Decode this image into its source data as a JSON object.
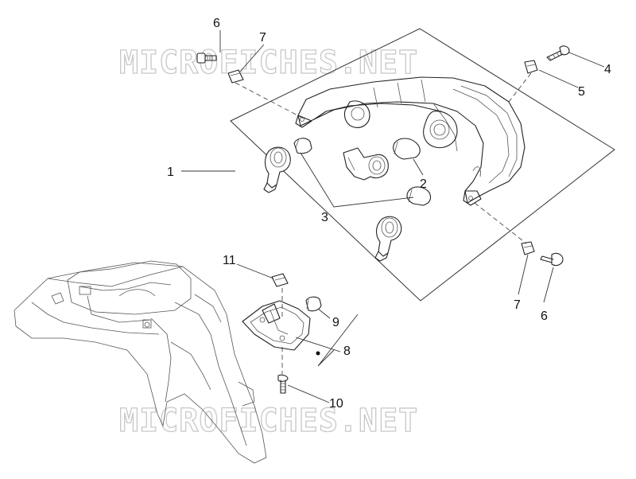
{
  "watermark": {
    "text": "MICROFICHES.NET"
  },
  "callouts": [
    {
      "id": "1",
      "label": "1"
    },
    {
      "id": "2",
      "label": "2"
    },
    {
      "id": "3",
      "label": "3"
    },
    {
      "id": "4",
      "label": "4"
    },
    {
      "id": "5",
      "label": "5"
    },
    {
      "id": "6a",
      "label": "6"
    },
    {
      "id": "6b",
      "label": "6"
    },
    {
      "id": "7a",
      "label": "7"
    },
    {
      "id": "7b",
      "label": "7"
    },
    {
      "id": "8",
      "label": "8"
    },
    {
      "id": "9",
      "label": "9"
    },
    {
      "id": "10",
      "label": "10"
    },
    {
      "id": "11",
      "label": "11"
    }
  ]
}
